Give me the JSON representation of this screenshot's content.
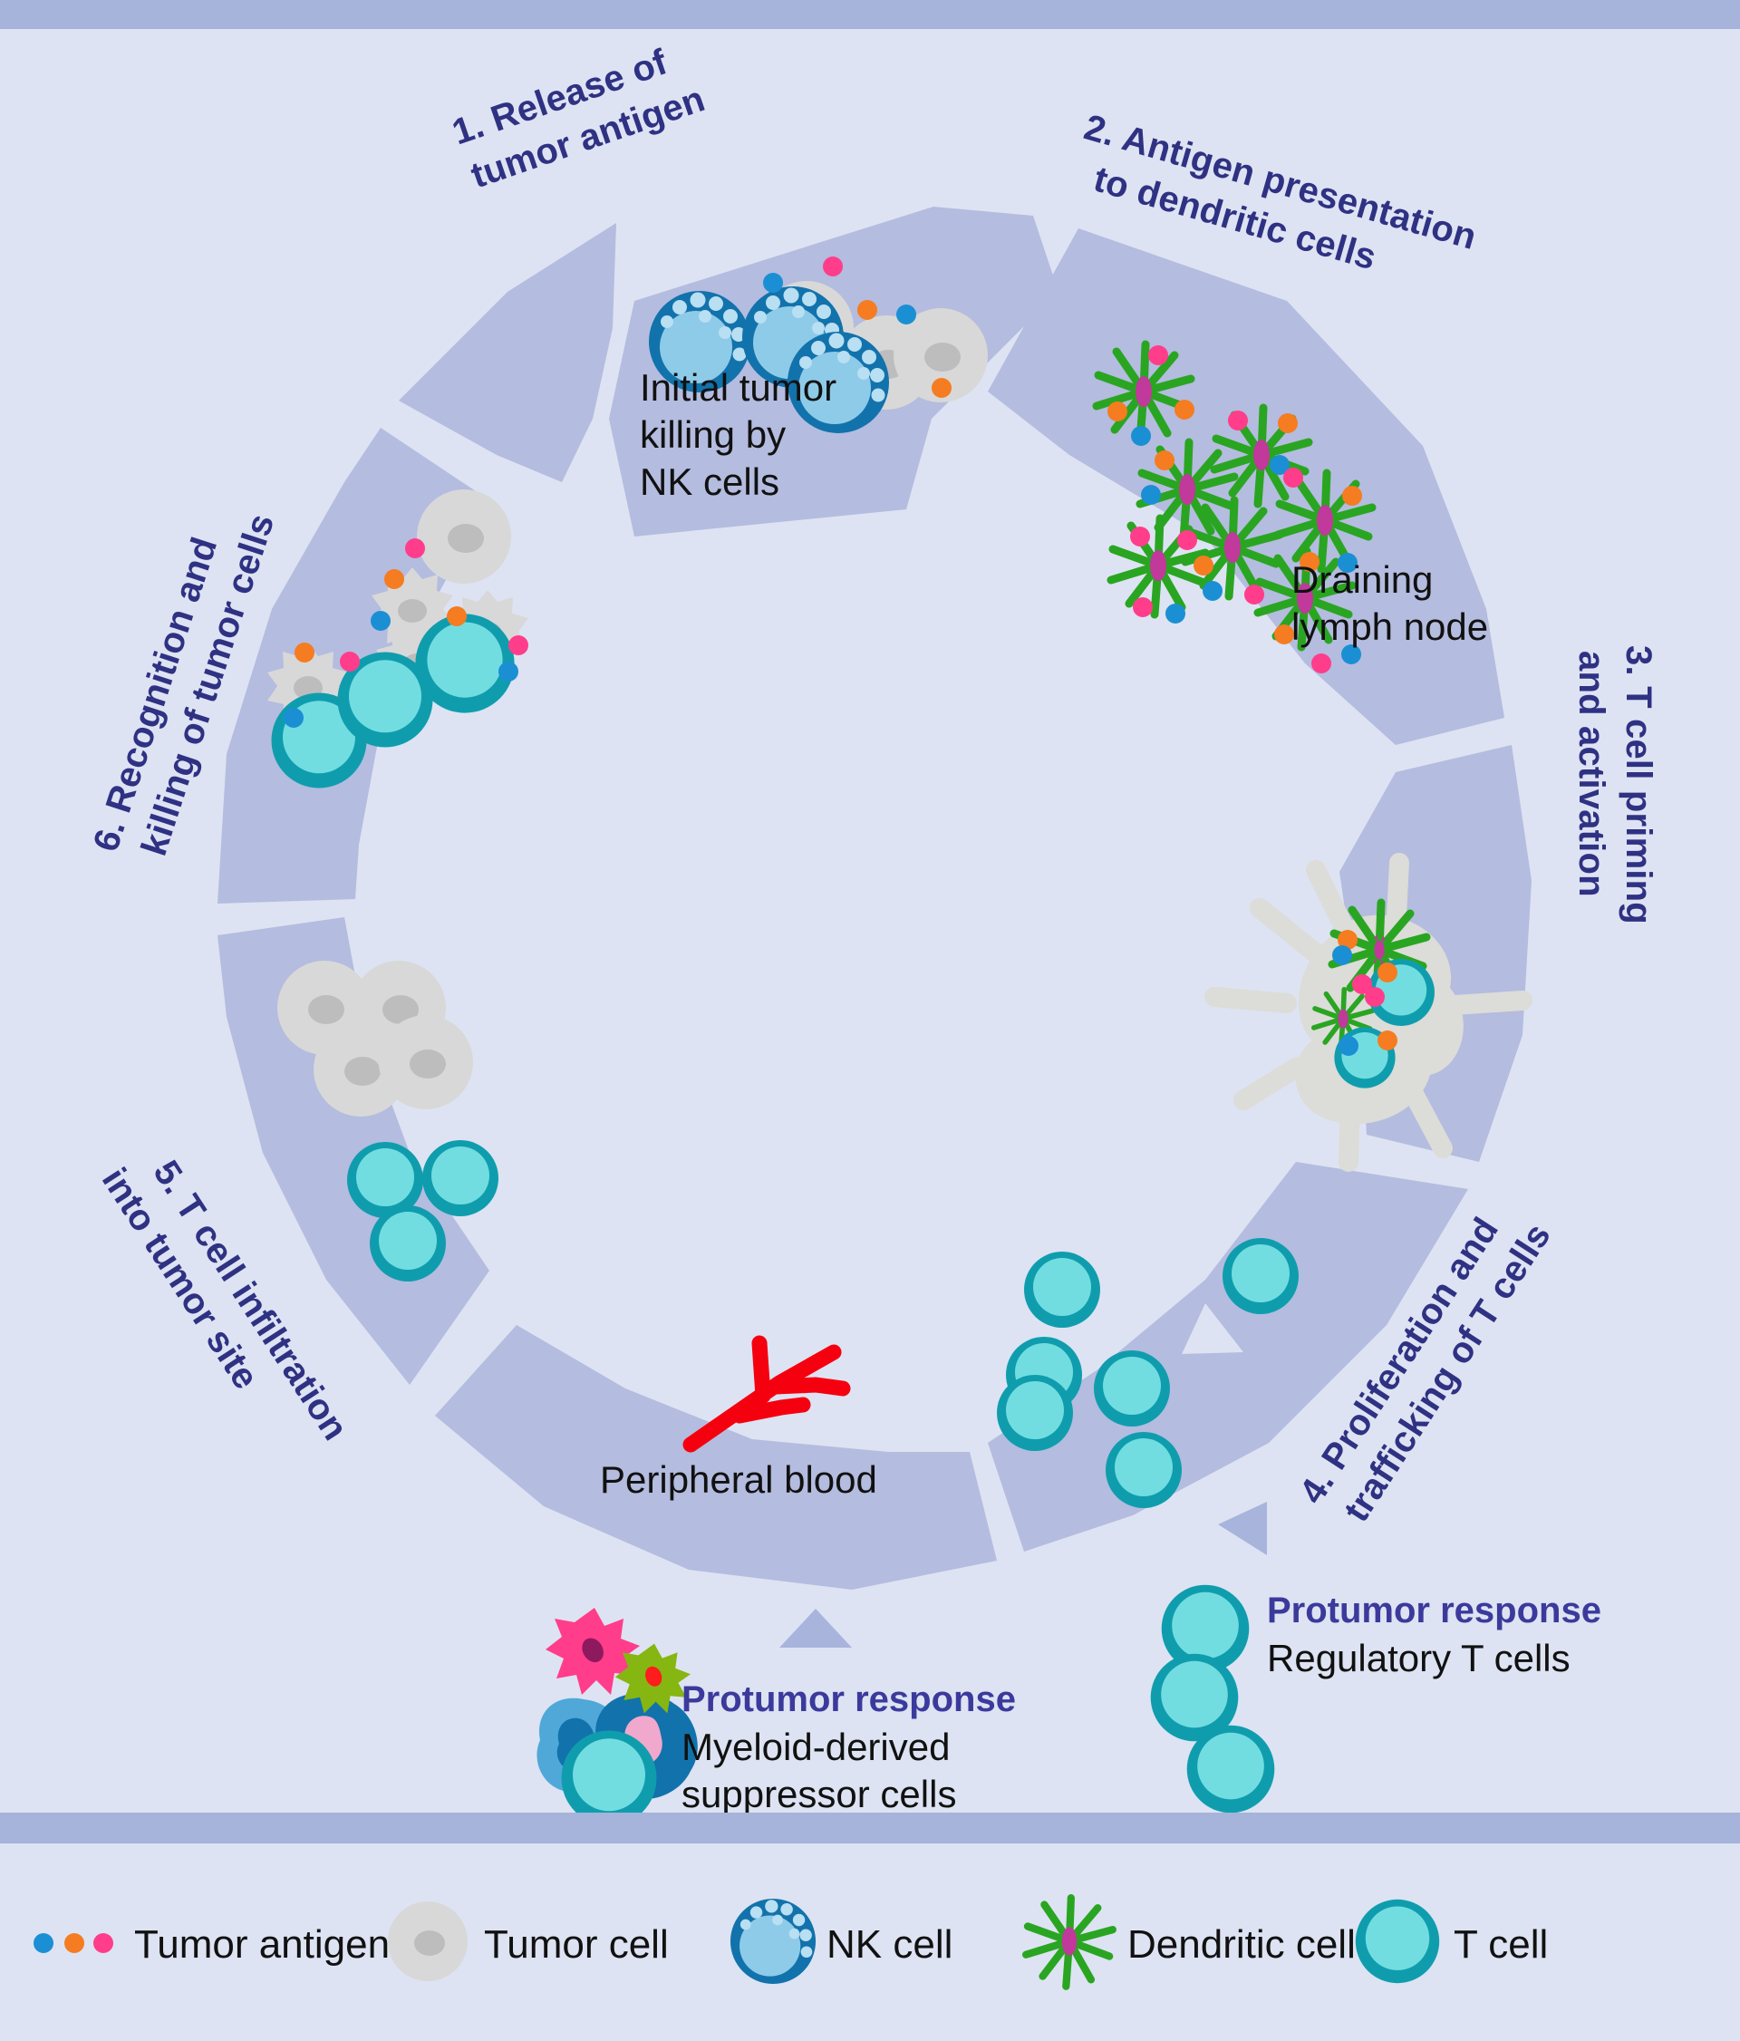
{
  "title": "Cancer immunity cycle diagram",
  "palette": {
    "background": "#dde3f2",
    "bar": "#a6b3da",
    "segment": "#b4bcdf",
    "step_label": "#2f3183",
    "protumor_heading": "#3b3a9c",
    "tcell_ring": "#0f9dae",
    "tcell_fill": "#72dde0",
    "nk_ring": "#1272ac",
    "nk_fill": "#8ecbe8",
    "tumor_cell": "#d8d8d8",
    "tumor_nucleus": "#bdbdbd",
    "dendritic_green": "#2aa522",
    "dendritic_nucleus": "#c0399b",
    "antigen_blue": "#1b8fd4",
    "antigen_orange": "#f57c20",
    "antigen_pink": "#ff3d8b",
    "vessel_red": "#f5000f",
    "lymph_node": "#dcdcd8"
  },
  "steps": [
    {
      "id": "step1",
      "line1": "1. Release of",
      "line2": "tumor antigen"
    },
    {
      "id": "step2",
      "line1": "2. Antigen presentation",
      "line2": "to dendritic cells"
    },
    {
      "id": "step3",
      "line1": "3. T cell priming",
      "line2": "and activation"
    },
    {
      "id": "step4",
      "line1": "4. Proliferation and",
      "line2": "trafficking of T cells"
    },
    {
      "id": "step5",
      "line1": "5. T cell infiltration",
      "line2": "into tumor site"
    },
    {
      "id": "step6",
      "line1": "6. Recognition and",
      "line2": "killing of tumor cells"
    }
  ],
  "annotations": {
    "nk_killing": {
      "line1": "Initial tumor",
      "line2": "killing by",
      "line3": "NK cells"
    },
    "lymph_node": {
      "line1": "Draining",
      "line2": "lymph node"
    },
    "peripheral_blood": {
      "label": "Peripheral blood"
    }
  },
  "protumor": [
    {
      "id": "mdsc",
      "heading": "Protumor response",
      "line1": "Myeloid-derived",
      "line2": "suppressor cells"
    },
    {
      "id": "treg",
      "heading": "Protumor response",
      "line1": "Regulatory T cells",
      "line2": ""
    }
  ],
  "legend": {
    "items": [
      {
        "icon": "tumor-antigen-dots-icon",
        "label": "Tumor antigen"
      },
      {
        "icon": "tumor-cell-icon",
        "label": "Tumor cell"
      },
      {
        "icon": "nk-cell-icon",
        "label": "NK cell"
      },
      {
        "icon": "dendritic-cell-icon",
        "label": "Dendritic cell"
      },
      {
        "icon": "t-cell-icon",
        "label": "T cell"
      }
    ]
  }
}
